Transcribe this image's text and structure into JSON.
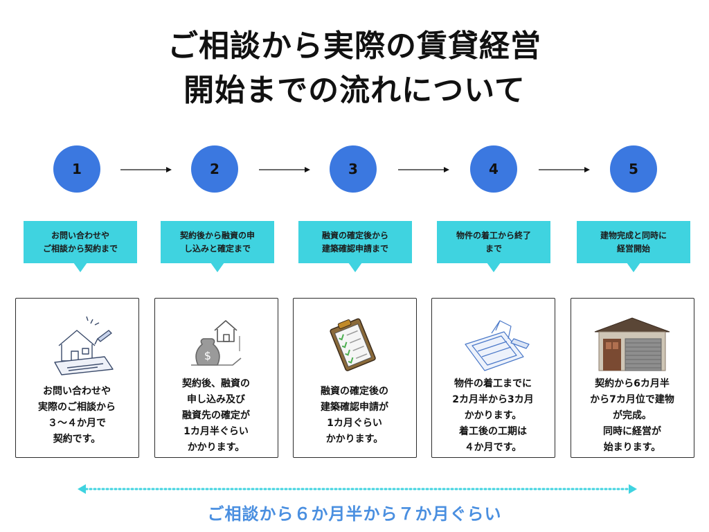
{
  "title_line1": "ご相談から実際の賃貸経営",
  "title_line2": "開始までの流れについて",
  "colors": {
    "circle": "#3b78e0",
    "label": "#3fd3e0",
    "summary": "#4a8fe0"
  },
  "steps": [
    {
      "number": "1",
      "label": "お問い合わせや\nご相談から契約まで",
      "icon": "house-contract-icon",
      "description": "お問い合わせや\n実際のご相談から\n３～４か月で\n契約です。"
    },
    {
      "number": "2",
      "label": "契約後から融資の申\nし込みと確定まで",
      "icon": "money-house-icon",
      "description": "契約後、融資の\n申し込み及び\n融資先の確定が\n1カ月半ぐらい\nかかります。"
    },
    {
      "number": "3",
      "label": "融資の確定後から\n建築確認申請まで",
      "icon": "clipboard-checklist-icon",
      "description": "融資の確定後の\n建築確認申請が\n1カ月ぐらい\nかかります。"
    },
    {
      "number": "4",
      "label": "物件の着工から終了\nまで",
      "icon": "blueprint-icon",
      "description": "物件の着工までに\n2カ月半から3カ月\nかかります。\n着工後の工期は\n４か月です。"
    },
    {
      "number": "5",
      "label": "建物完成と同時に\n経営開始",
      "icon": "garage-building-icon",
      "description": "契約から6カ月半\nから7カ月位で建物\nが完成。\n同時に経営が\n始まります。"
    }
  ],
  "summary": "ご相談から６か月半から７か月ぐらい"
}
